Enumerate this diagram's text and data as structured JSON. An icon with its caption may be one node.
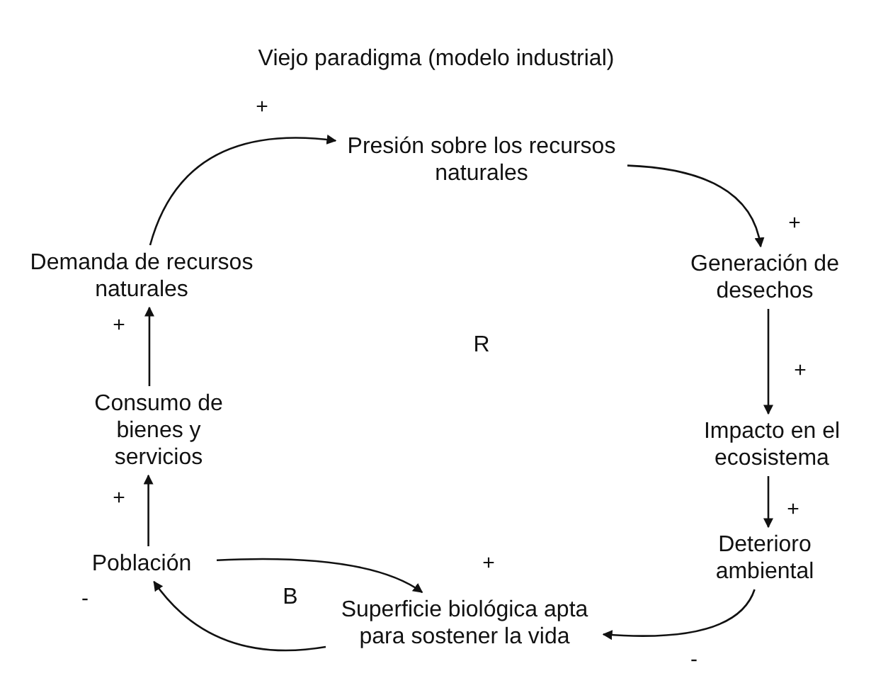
{
  "diagram": {
    "title": "Viejo paradigma (modelo industrial)",
    "nodes": [
      {
        "text": [
          "Presión sobre los recursos naturales"
        ]
      },
      {
        "text": [
          "Generación de desechos"
        ]
      },
      {
        "text": [
          "Impacto en el ecosistema"
        ]
      },
      {
        "text": [
          "Deterioro ambiental"
        ]
      },
      {
        "text": [
          "Superficie biológica apta para sostener la vida"
        ]
      },
      {
        "text": [
          "Población"
        ]
      },
      {
        "text": [
          "Consumo de bienes y servicios"
        ]
      },
      {
        "text": [
          "Demanda de recursos naturales"
        ]
      }
    ],
    "edges": [
      {
        "from": 7,
        "to": 0,
        "arrow": "to",
        "label": "+"
      },
      {
        "from": 0,
        "to": 1,
        "arrow": "to",
        "label": "+"
      },
      {
        "from": 1,
        "to": 2,
        "arrow": "to",
        "label": "+"
      },
      {
        "from": 2,
        "to": 3,
        "arrow": "to",
        "label": "+"
      },
      {
        "from": 3,
        "to": 4,
        "arrow": "to",
        "label": "-"
      },
      {
        "from": 5,
        "to": 4,
        "arrow": "to",
        "label": "+"
      },
      {
        "from": 4,
        "to": 5,
        "arrow": "to",
        "label": "-"
      },
      {
        "from": 5,
        "to": 6,
        "arrow": "to",
        "label": "+"
      },
      {
        "from": 6,
        "to": 7,
        "arrow": "to",
        "label": "+"
      }
    ],
    "labels": [
      "R",
      "B"
    ]
  }
}
